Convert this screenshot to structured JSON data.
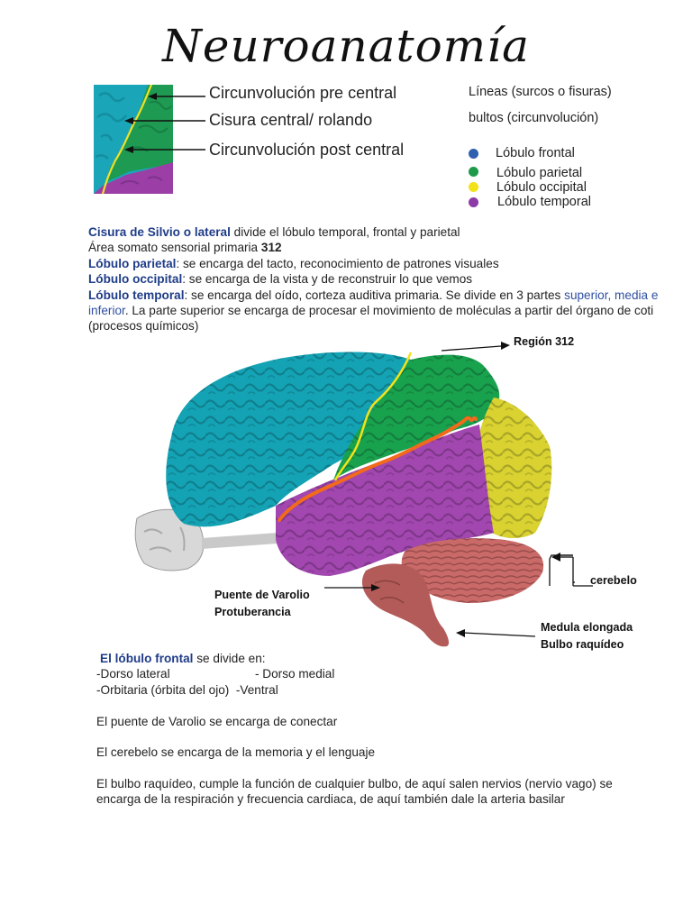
{
  "page": {
    "title": "Neuroanatomía"
  },
  "thumbnail_labels": {
    "precentral": "Circunvolución pre central",
    "central": "Cisura central/ rolando",
    "postcentral": "Circunvolución post central"
  },
  "notes": {
    "lines": "Líneas (surcos o fisuras)",
    "bulges": "bultos (circunvolución)"
  },
  "legend": [
    {
      "label": "Lóbulo frontal",
      "color": "#2f5faf"
    },
    {
      "label": "Lóbulo parietal",
      "color": "#1f9a4a"
    },
    {
      "label": "Lóbulo occipital",
      "color": "#f2e21a"
    },
    {
      "label": "Lóbulo temporal",
      "color": "#8b3aa8"
    }
  ],
  "description": {
    "silvio_term": "Cisura de Silvio o lateral",
    "silvio_text": " divide el lóbulo temporal, frontal y parietal",
    "area_text": "Área somato sensorial primaria ",
    "area_num": "312",
    "parietal_term": "Lóbulo parietal",
    "parietal_text": ": se encarga del tacto, reconocimiento de patrones visuales",
    "occipital_term": "Lóbulo occipital",
    "occipital_text": ": se encarga de la vista y de reconstruir lo que vemos",
    "temporal_term": "Lóbulo temporal",
    "temporal_text1": ": se encarga del oído, corteza auditiva primaria. Se divide en 3 partes ",
    "temporal_parts": "superior, media e inferior",
    "temporal_text2": ". La parte superior se encarga de procesar el movimiento de moléculas a partir del órgano de coti (procesos químicos)"
  },
  "brain_labels": {
    "region": "Región 312",
    "cerebelo": "cerebelo",
    "puente1": "Puente de Varolio",
    "puente2": "Protuberancia",
    "medula1": "Medula elongada",
    "medula2": "Bulbo raquídeo"
  },
  "frontal_section": {
    "term": "El lóbulo frontal",
    "text": " se divide en:",
    "item1": "-Dorso lateral",
    "item2": "- Dorso medial",
    "item3": "-Orbitaria (órbita del ojo)",
    "item4": "-Ventral"
  },
  "paragraphs": {
    "puente": "El puente de Varolio se encarga de conectar",
    "cerebelo": "El cerebelo se encarga de la memoria y el lenguaje",
    "bulbo": "El bulbo raquídeo, cumple la función de cualquier bulbo, de aquí salen nervios (nervio vago) se encarga de la respiración y frecuencia cardiaca, de aquí también dale la arteria basilar"
  }
}
